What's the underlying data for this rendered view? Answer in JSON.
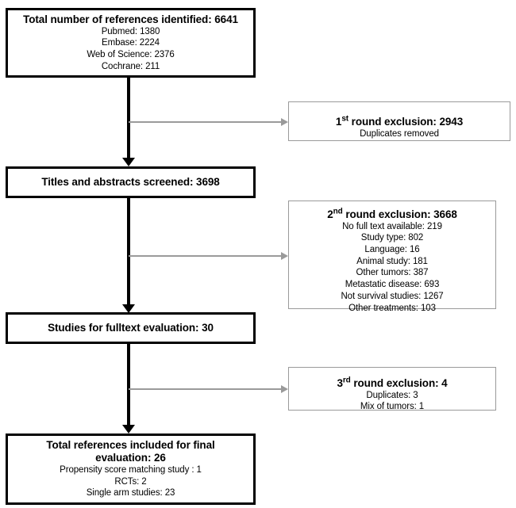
{
  "diagram": {
    "type": "prisma-flow-diagram",
    "colors": {
      "main_box_border": "#000000",
      "side_box_border": "#9a9a9a",
      "main_arrow": "#000000",
      "side_arrow": "#9a9a9a",
      "background": "#ffffff",
      "text": "#000000"
    },
    "main_nodes": [
      {
        "id": "identified",
        "title": "Total number of references identified: 6641",
        "sublines": [
          "Pubmed: 1380",
          "Embase: 2224",
          "Web of Science: 2376",
          "Cochrane: 211"
        ]
      },
      {
        "id": "screened",
        "title": "Titles and abstracts screened: 3698",
        "sublines": []
      },
      {
        "id": "fulltext",
        "title": "Studies for fulltext evaluation: 30",
        "sublines": []
      },
      {
        "id": "included",
        "title": "Total references included for final evaluation: 26",
        "sublines": [
          "Propensity score matching study : 1",
          "RCTs: 2",
          "Single arm studies: 23"
        ]
      }
    ],
    "exclusion_nodes": [
      {
        "id": "exclusion-1",
        "ordinal": "1",
        "ordinal_suffix": "st",
        "title_rest": " round exclusion: 2943",
        "sublines": [
          "Duplicates removed"
        ]
      },
      {
        "id": "exclusion-2",
        "ordinal": "2",
        "ordinal_suffix": "nd",
        "title_rest": " round exclusion: 3668",
        "sublines": [
          "No full text available: 219",
          "Study type: 802",
          "Language: 16",
          "Animal study: 181",
          "Other tumors: 387",
          "Metastatic disease: 693",
          "Not survival studies: 1267",
          "Other treatments: 103"
        ]
      },
      {
        "id": "exclusion-3",
        "ordinal": "3",
        "ordinal_suffix": "rd",
        "title_rest": " round exclusion: 4",
        "sublines": [
          "Duplicates: 3",
          "Mix of tumors: 1"
        ]
      }
    ]
  }
}
